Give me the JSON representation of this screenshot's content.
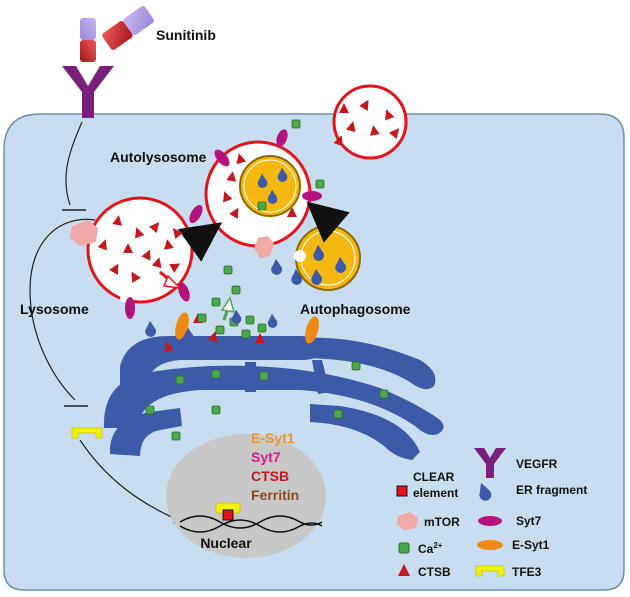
{
  "labels": {
    "drug": "Sunitinib",
    "autolysosome": "Autolysosome",
    "lysosome": "Lysosome",
    "autophagosome": "Autophagosome",
    "nuclear": "Nuclear"
  },
  "genes": [
    {
      "text": "E-Syt1",
      "color": "#f0962c"
    },
    {
      "text": "Syt7",
      "color": "#e0188c"
    },
    {
      "text": "CTSB",
      "color": "#c4191f"
    },
    {
      "text": "Ferritin",
      "color": "#8a4b24"
    }
  ],
  "legend": {
    "vegfr": "VEGFR",
    "clear_line1": "CLEAR",
    "clear_line2": "element",
    "er_fragment": "ER fragment",
    "mtor": "mTOR",
    "syt7": "Syt7",
    "ca": "Ca",
    "ca_sup": "2+",
    "esyt1": "E-Syt1",
    "ctsb": "CTSB",
    "tfe3": "TFE3"
  },
  "colors": {
    "cell_fill": "#c9ddf0",
    "cell_stroke": "#6f8fb0",
    "er": "#3c5aa8",
    "lysosome_ring": "#e3141b",
    "ctsb": "#c4191f",
    "ca": "#4aa84a",
    "syt7": "#b3127f",
    "esyt1": "#ee8a14",
    "mtor": "#f0a8a8",
    "tfe3": "#f2f20e",
    "autophagosome": "#f5b80e",
    "vegfr": "#7b1f7d",
    "nucleus": "#c8c8c8"
  }
}
